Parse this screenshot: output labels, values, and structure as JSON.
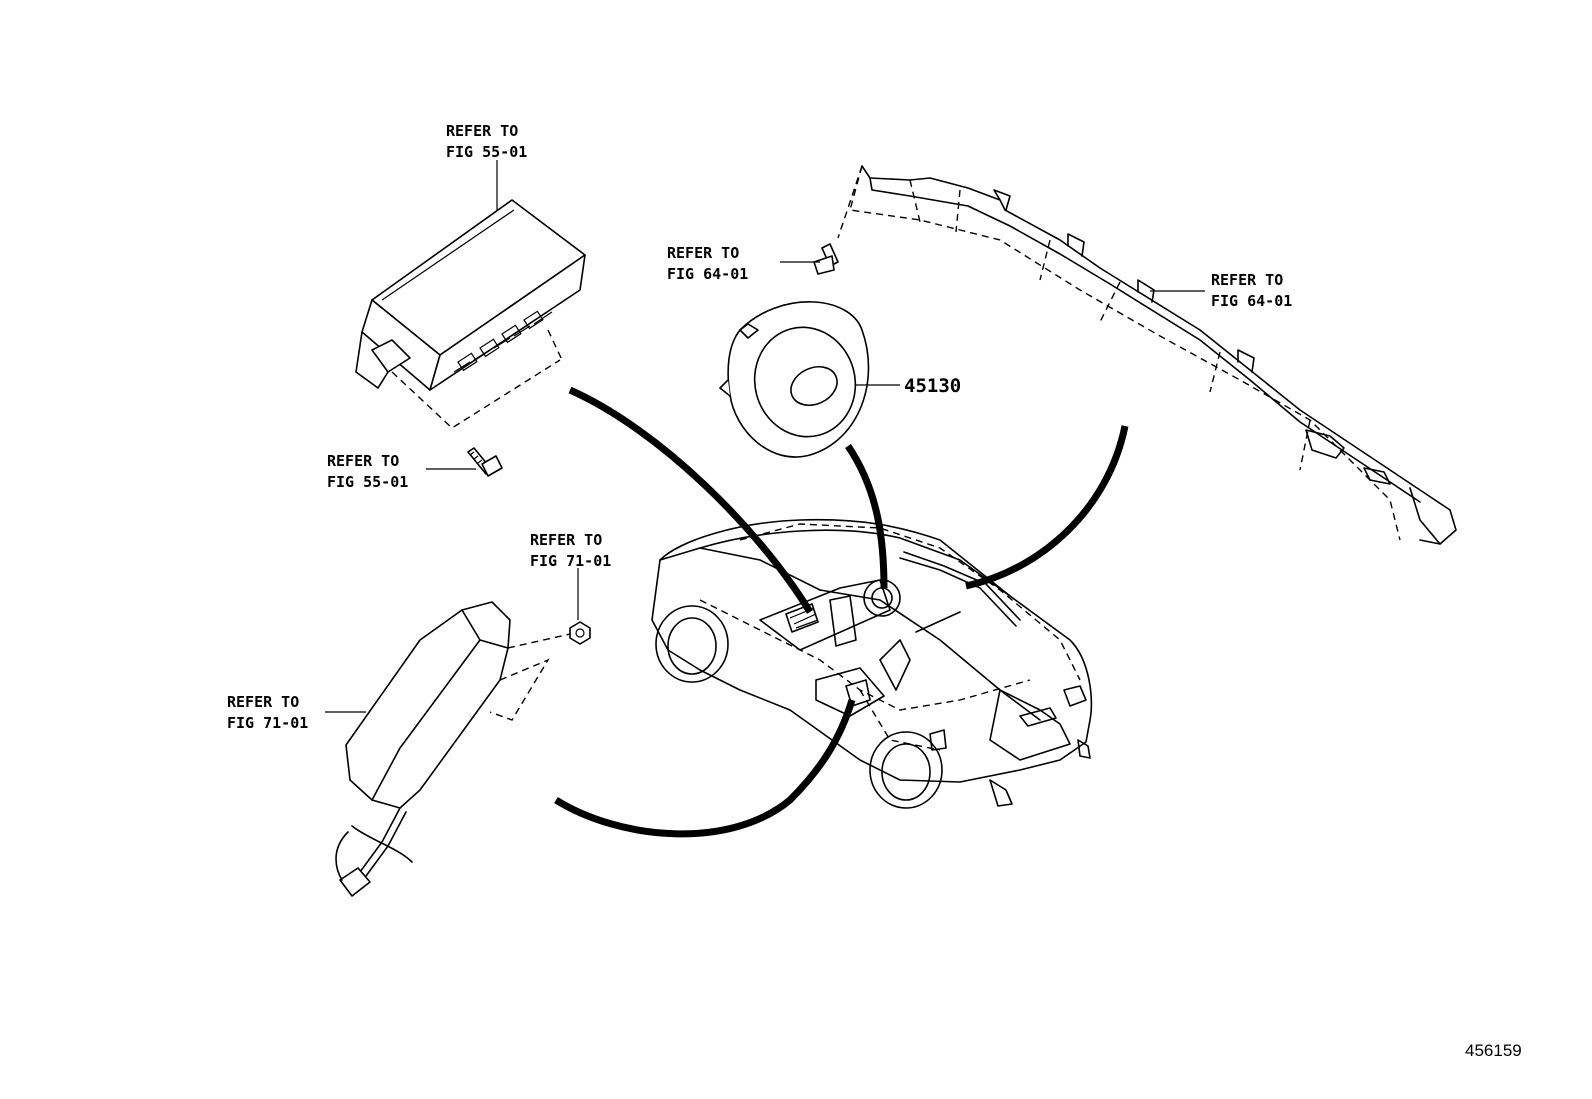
{
  "labels": {
    "ecu_top": [
      "REFER TO",
      "FIG 55-01"
    ],
    "ecu_bolt": [
      "REFER TO",
      "FIG 55-01"
    ],
    "steering_bolt": [
      "REFER TO",
      "FIG 64-01"
    ],
    "curtain": [
      "REFER TO",
      "FIG 64-01"
    ],
    "seat_nut": [
      "REFER TO",
      "FIG 71-01"
    ],
    "seat_airbag": [
      "REFER TO",
      "FIG 71-01"
    ]
  },
  "part_number": "45130",
  "figure_number": "456159"
}
